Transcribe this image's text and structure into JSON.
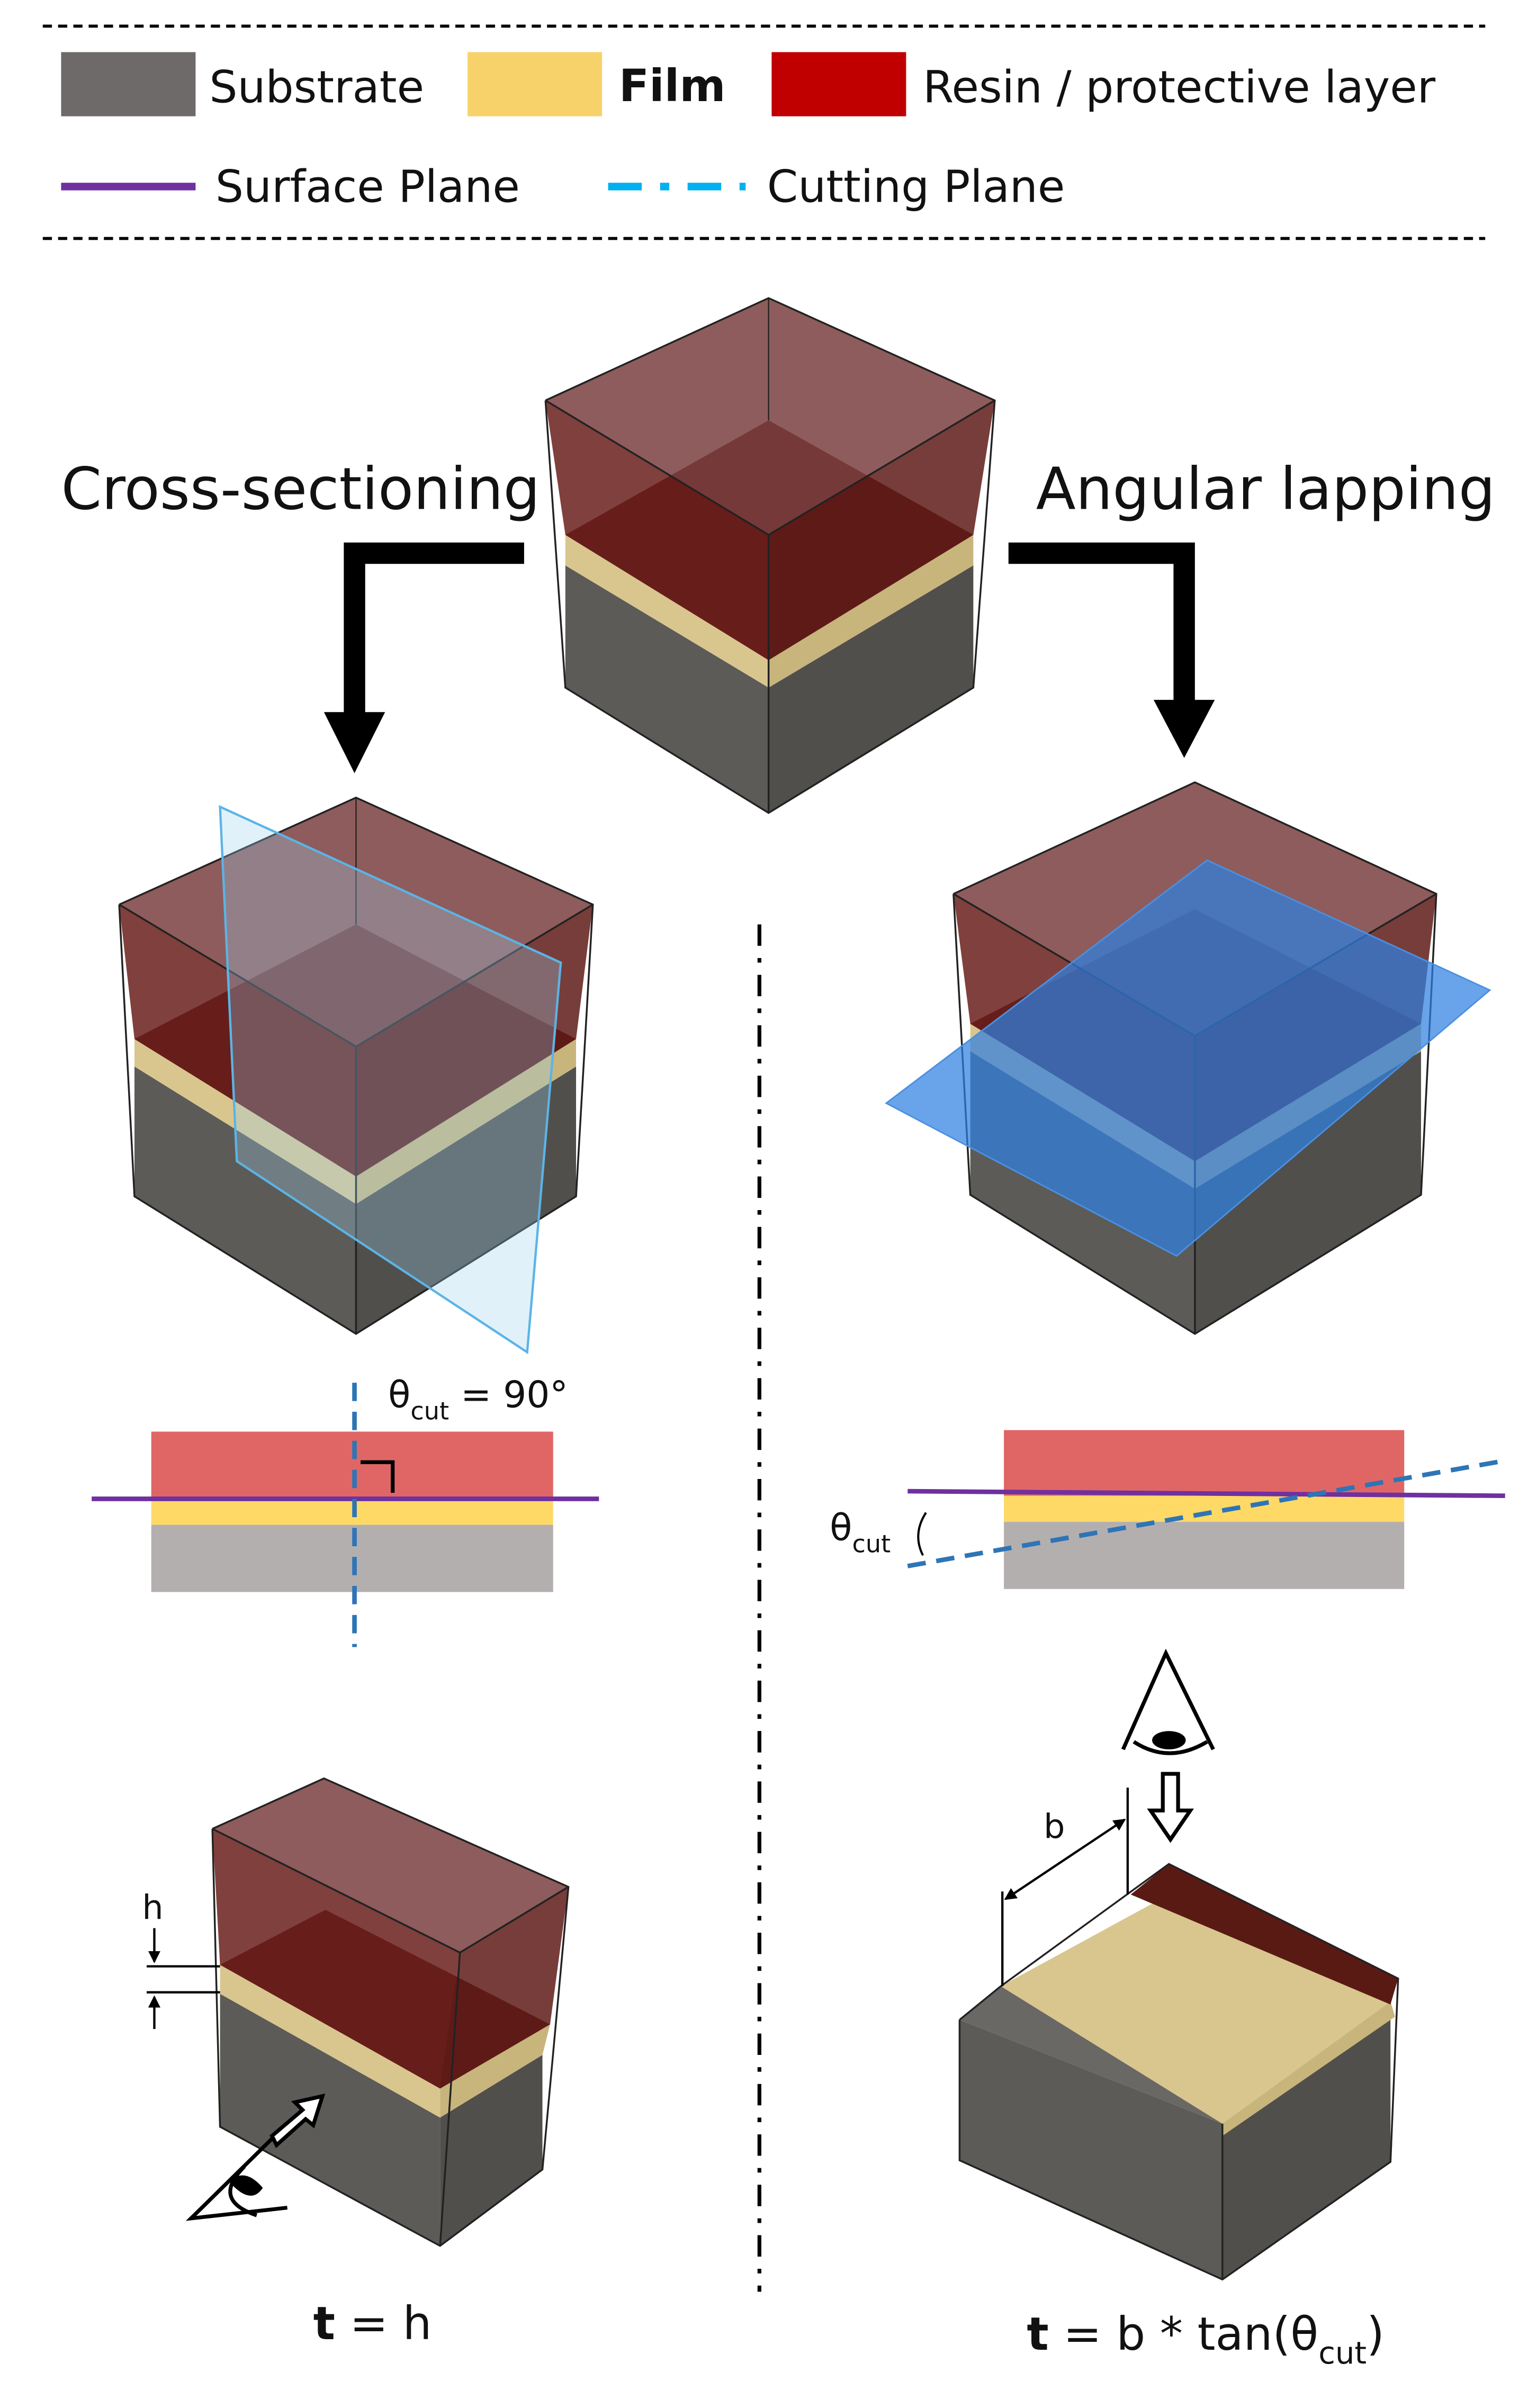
{
  "legend": {
    "substrate": "Substrate",
    "film": "Film",
    "resin": "Resin / protective layer",
    "surface_plane": "Surface Plane",
    "cutting_plane": "Cutting Plane"
  },
  "colors": {
    "substrate_swatch": "#6e6a6a",
    "film_swatch": "#f7d26a",
    "resin_swatch": "#c00000",
    "surface_plane": "#7030a0",
    "cutting_plane": "#00b0f0",
    "cut_dash": "#2e75b6",
    "resin_section": "#e06666",
    "film_section": "#ffd966",
    "substrate_section": "#b4afaf"
  },
  "labels": {
    "cross_sectioning": "Cross-sectioning",
    "angular_lapping": "Angular lapping",
    "theta_symbol": "θ",
    "cut_subscript": "cut",
    "theta_left_value": " = 90°",
    "h": "h",
    "b": "b"
  },
  "formulas": {
    "left_bold": "t",
    "left_rest": " = h",
    "right_bold": "t",
    "right_rest": " = b * tan(",
    "right_close": ")"
  }
}
